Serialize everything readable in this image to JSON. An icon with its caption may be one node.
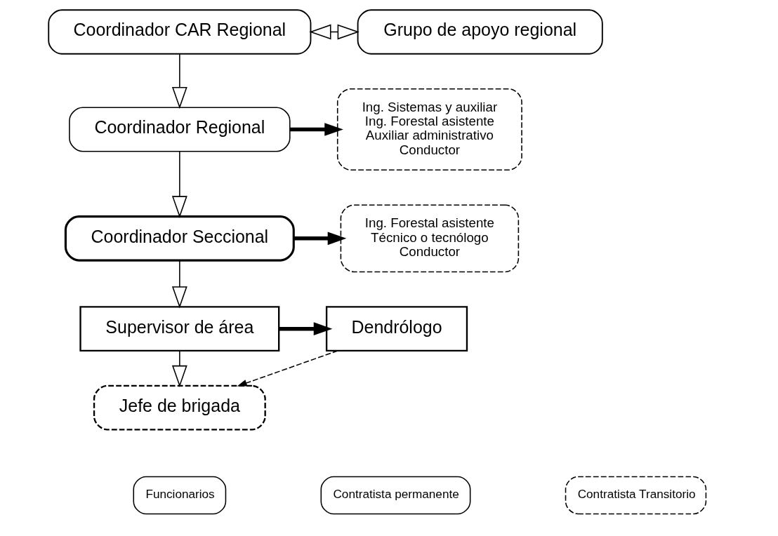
{
  "diagram": {
    "nodes": [
      {
        "text": [
          "Coordinador CAR Regional"
        ]
      },
      {
        "text": [
          "Grupo de apoyo regional"
        ]
      },
      {
        "text": [
          "Coordinador Regional"
        ]
      },
      {
        "text": [
          "Ing. Sistemas y auxiliar",
          "Ing. Forestal asistente",
          "Auxiliar administrativo",
          "Conductor"
        ]
      },
      {
        "text": [
          "Coordinador Seccional"
        ]
      },
      {
        "text": [
          "Ing. Forestal asistente",
          "Técnico o tecnólogo",
          "Conductor"
        ]
      },
      {
        "text": [
          "Supervisor de área"
        ]
      },
      {
        "text": [
          "Dendrólogo"
        ]
      },
      {
        "text": [
          "Jefe de brigada"
        ]
      }
    ],
    "edges": [
      {
        "from": 0,
        "to": 1,
        "arrow": "both"
      },
      {
        "from": 0,
        "to": 2,
        "arrow": "to"
      },
      {
        "from": 2,
        "to": 3,
        "arrow": "to",
        "style": "thick"
      },
      {
        "from": 2,
        "to": 4,
        "arrow": "to"
      },
      {
        "from": 4,
        "to": 5,
        "arrow": "to",
        "style": "thick"
      },
      {
        "from": 4,
        "to": 6,
        "arrow": "to"
      },
      {
        "from": 6,
        "to": 7,
        "arrow": "to",
        "style": "thick"
      },
      {
        "from": 6,
        "to": 8,
        "arrow": "to"
      },
      {
        "from": 7,
        "to": 8,
        "arrow": "to",
        "style": "dashed"
      }
    ],
    "legend": [
      {
        "text": "Funcionarios"
      },
      {
        "text": "Contratista permanente"
      },
      {
        "text": "Contratista Transitorio"
      }
    ]
  }
}
